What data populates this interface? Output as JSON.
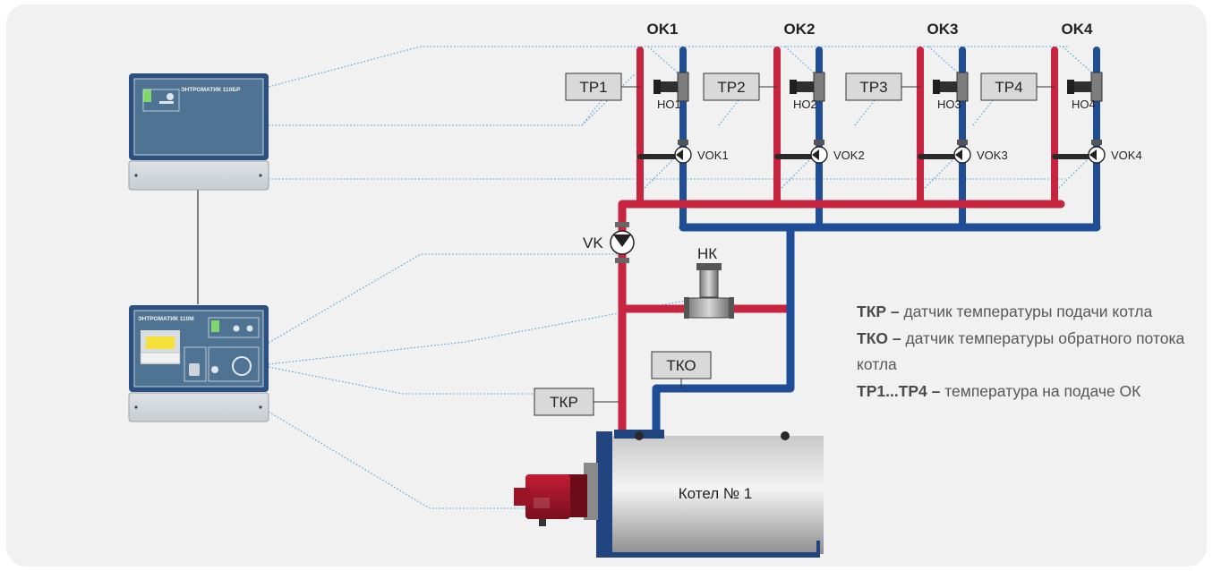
{
  "circuits": [
    {
      "name": "OK1",
      "sensor": "TP1",
      "pump": "HO1",
      "valve": "VOK1"
    },
    {
      "name": "OK2",
      "sensor": "TP2",
      "pump": "HO2",
      "valve": "VOK2"
    },
    {
      "name": "OK3",
      "sensor": "TP3",
      "pump": "HO3",
      "valve": "VOK3"
    },
    {
      "name": "OK4",
      "sensor": "TP4",
      "pump": "HO4",
      "valve": "VOK4"
    }
  ],
  "controllers": {
    "top": {
      "label": "ЭНТРОМАТИК 110БР"
    },
    "bottom": {
      "label": "ЭНТРОМАТИК 110М"
    }
  },
  "boiler": {
    "label": "Котел № 1"
  },
  "labels": {
    "boiler_valve": "VK",
    "boiler_pump": "НК",
    "return_sensor": "ТКО",
    "flow_sensor": "ТКР"
  },
  "legend": [
    {
      "term": "ТКР –",
      "text": " датчик температуры подачи котла"
    },
    {
      "term": "ТКО –",
      "text": " датчик температуры обратного потока котла"
    },
    {
      "term": "ТР1...ТР4 –",
      "text": " температура на подаче ОК"
    }
  ],
  "colors": {
    "supply": "#c7243f",
    "return": "#1f4e96",
    "leader": "#4aa3d6",
    "background": "#f1f1f2",
    "sensor_box": "#d9d9d9"
  }
}
